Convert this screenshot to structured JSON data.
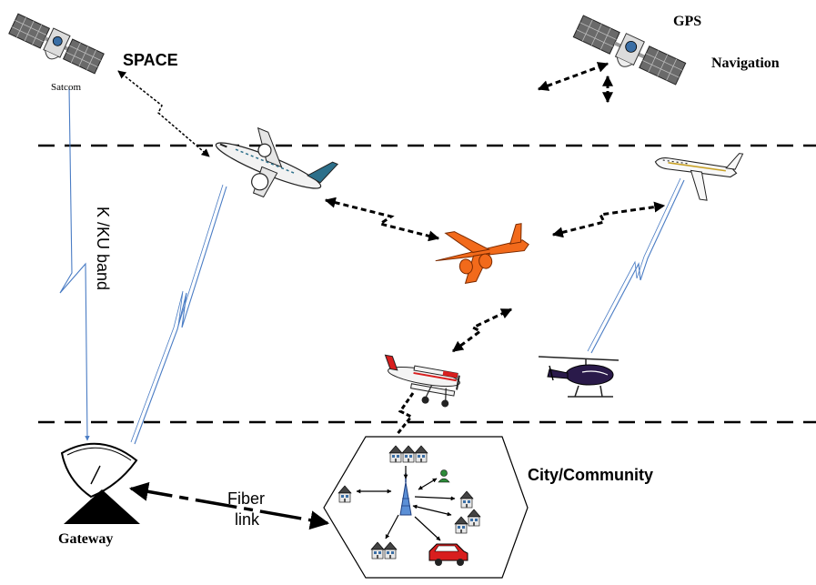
{
  "labels": {
    "space": "SPACE",
    "satcom": "Satcom",
    "gps": "GPS",
    "navigation": "Navigation",
    "band": "K /KU band",
    "fiber_line1": "Fiber",
    "fiber_line2": "link",
    "gateway": "Gateway",
    "city": "City/Community"
  },
  "colors": {
    "link_blue": "#4a7cc4",
    "satellite_panel": "#6a6a6a",
    "orange_plane": "#f26a1b",
    "red_car": "#d81e1e",
    "black": "#000000"
  },
  "icons": [
    "satcom-satellite-icon",
    "gps-satellite-icon",
    "transport-plane-icon",
    "orange-cargo-plane-icon",
    "business-jet-icon",
    "biplane-icon",
    "helicopter-icon",
    "gateway-dish-icon",
    "radio-tower-icon",
    "house-icon",
    "car-icon",
    "person-icon"
  ]
}
